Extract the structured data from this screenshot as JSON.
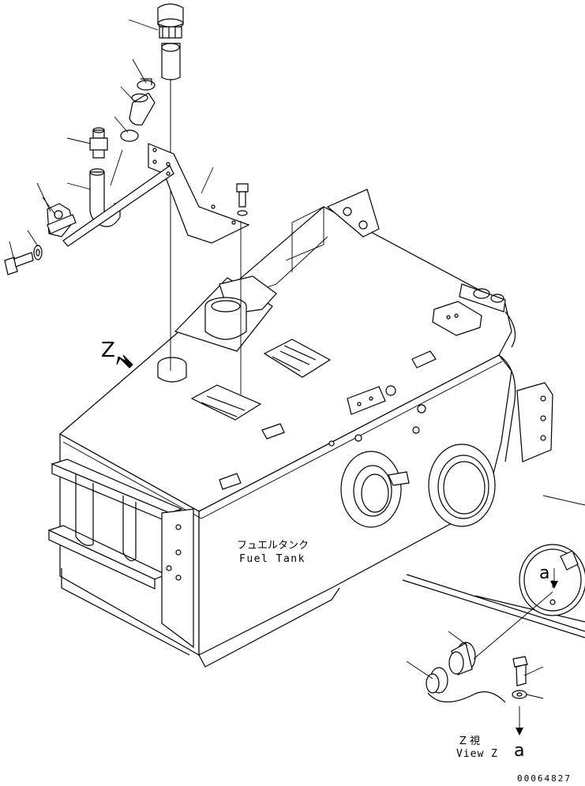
{
  "labels": {
    "tank_name_jp": "フュエルタンク",
    "tank_name_en": "Fuel Tank",
    "view_marker": "Z",
    "view_title_jp": "Z  視",
    "view_title_en": "View Z",
    "detail_letter": "a",
    "detail_letter_bottom": "a",
    "drawing_number": "00064827"
  }
}
